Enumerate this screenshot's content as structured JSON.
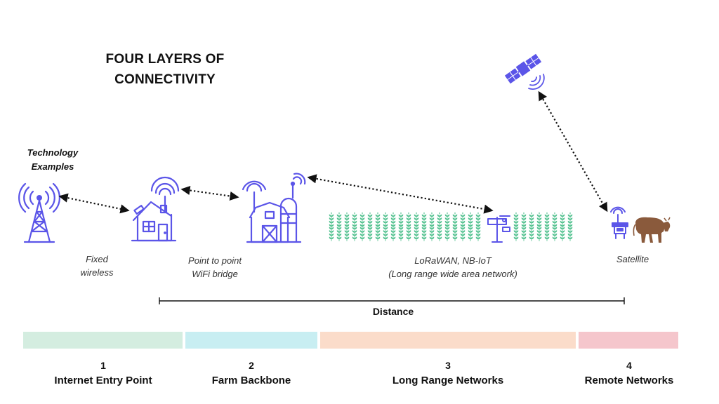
{
  "title_line1": "FOUR LAYERS OF",
  "title_line2": "CONNECTIVITY",
  "tech_label_line1": "Technology",
  "tech_label_line2": "Examples",
  "captions": {
    "fixed_line1": "Fixed",
    "fixed_line2": "wireless",
    "p2p_line1": "Point to point",
    "p2p_line2": "WiFi bridge",
    "lora_line1": "LoRaWAN, NB-IoT",
    "lora_line2": "(Long range wide area network)",
    "satellite": "Satellite"
  },
  "distance_label": "Distance",
  "layers": [
    {
      "number": "1",
      "name": "Internet Entry Point",
      "color": "#d4ede0"
    },
    {
      "number": "2",
      "name": "Farm Backbone",
      "color": "#c8eef2"
    },
    {
      "number": "3",
      "name": "Long Range Networks",
      "color": "#fbdcca"
    },
    {
      "number": "4",
      "name": "Remote Networks",
      "color": "#f5c6cc"
    }
  ],
  "colors": {
    "icon": "#5b55e8",
    "crop": "#4fc08d",
    "cow": "#8a5a3c",
    "link": "#111111"
  },
  "icons": [
    "cell-tower-icon",
    "farmhouse-icon",
    "barn-icon",
    "crop-field-icon",
    "weather-station-icon",
    "satellite-icon",
    "satellite-terminal-icon",
    "cow-icon"
  ]
}
